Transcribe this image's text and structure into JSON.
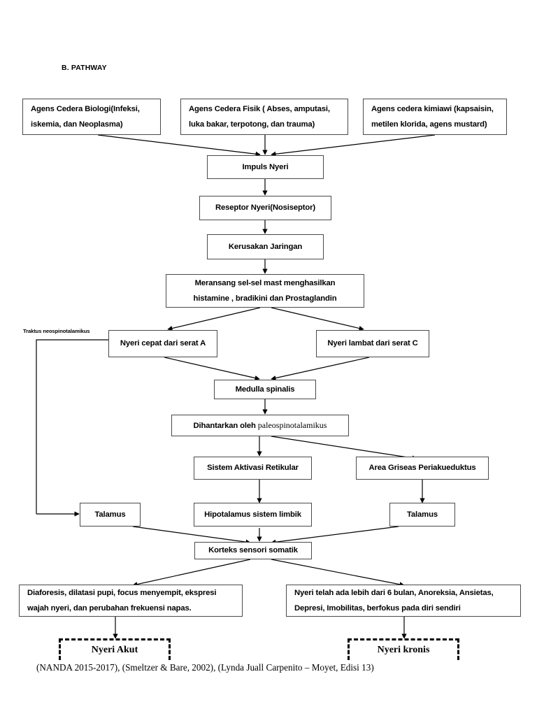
{
  "document": {
    "heading": "B. PATHWAY",
    "citation": "(NANDA 2015-2017), (Smeltzer & Bare, 2002),  (Lynda Juall Carpenito – Moyet, Edisi 13)",
    "tract_label": "Traktus neospinotalamikus"
  },
  "nodes": {
    "cause_biologic": {
      "line1": "Agens Cedera Biologi(Infeksi,",
      "line2": "iskemia, dan Neoplasma)"
    },
    "cause_physical": {
      "line1": "Agens Cedera Fisik ( Abses, amputasi,",
      "line2": "luka bakar, terpotong, dan trauma)"
    },
    "cause_chemical": {
      "line1": "Agens cedera kimiawi (kapsaisin,",
      "line2": "metilen klorida, agens mustard)"
    },
    "impuls_nyeri": {
      "line1": "Impuls Nyeri"
    },
    "reseptor_nyeri": {
      "line1": "Reseptor Nyeri(Nosiseptor)"
    },
    "kerusakan_jaringan": {
      "line1": "Kerusakan Jaringan"
    },
    "mast_cells": {
      "line1": "Meransang sel-sel mast menghasilkan",
      "line2": "histamine , bradikini dan Prostaglandin"
    },
    "serat_a": {
      "line1": "Nyeri cepat dari serat A"
    },
    "serat_c": {
      "line1": "Nyeri lambat dari serat C"
    },
    "medulla_spinalis": {
      "line1": "Medulla spinalis"
    },
    "paleospinotalamikus": {
      "prefix": "Dihantarkan oleh ",
      "emphasis": "paleospinotalamikus"
    },
    "sistem_retikular": {
      "line1": "Sistem Aktivasi Retikular"
    },
    "area_griseas": {
      "line1": "Area Griseas Periakueduktus"
    },
    "talamus_left": {
      "line1": "Talamus"
    },
    "hipotalamus": {
      "line1": "Hipotalamus sistem limbik"
    },
    "talamus_right": {
      "line1": "Talamus"
    },
    "korteks": {
      "line1": "Korteks sensori somatik"
    },
    "acute_signs": {
      "line1": "Diaforesis, dilatasi pupi, focus menyempit, ekspresi",
      "line2": "wajah nyeri, dan perubahan frekuensi napas."
    },
    "chronic_signs": {
      "line1": "Nyeri telah ada lebih dari 6 bulan, Anoreksia, Ansietas,",
      "line2": "Depresi, Imobilitas, berfokus pada diri sendiri"
    },
    "nyeri_akut": {
      "line1": "Nyeri Akut"
    },
    "nyeri_kronis": {
      "line1": "Nyeri kronis"
    }
  },
  "colors": {
    "box_border": "#4a4a4a",
    "connector": "#000000",
    "background": "#ffffff",
    "text": "#000000"
  }
}
